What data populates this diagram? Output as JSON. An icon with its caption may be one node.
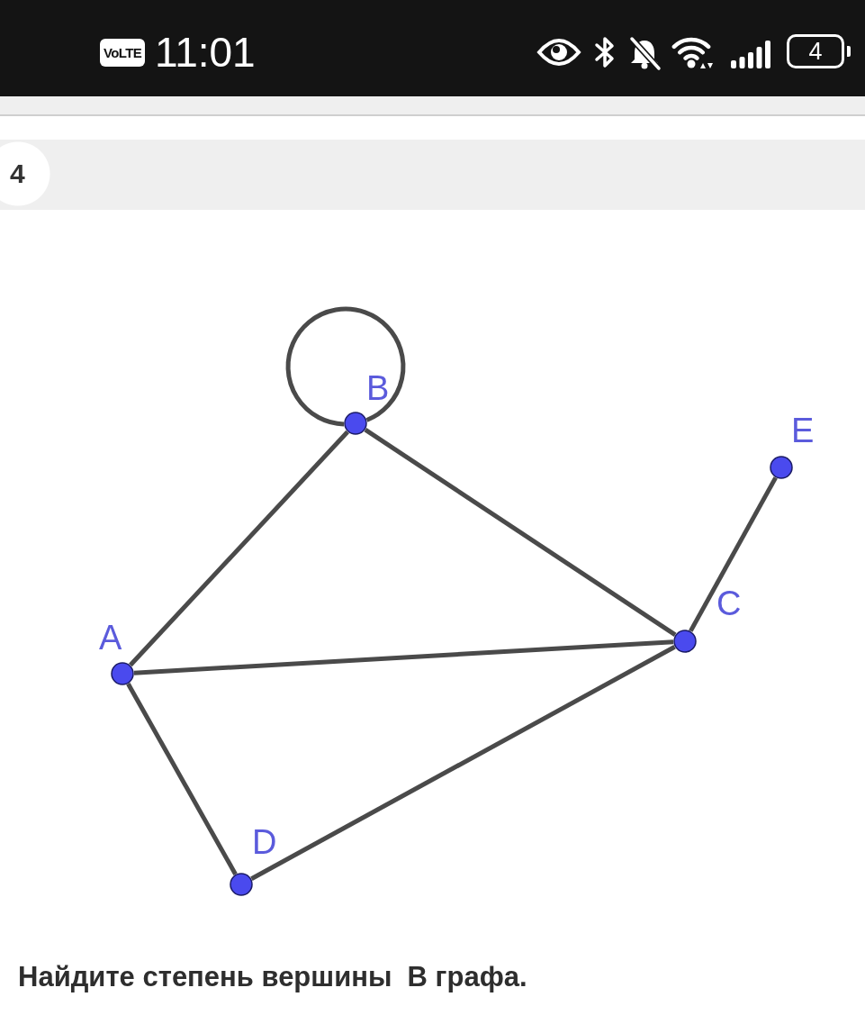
{
  "diagram": {
    "caption": "Найдите степень вершины  В графа.",
    "nodes": [
      {
        "text": [],
        "shape": "circle",
        "beside": [
          "B"
        ]
      },
      {
        "text": [],
        "shape": "circle",
        "beside": [
          "E"
        ]
      },
      {
        "text": [],
        "shape": "circle",
        "beside": [
          "C"
        ]
      },
      {
        "text": [],
        "shape": "circle",
        "beside": [
          "A"
        ]
      },
      {
        "text": [],
        "shape": "circle",
        "beside": [
          "D"
        ]
      }
    ],
    "edges": [
      {
        "from": 0,
        "to": 0,
        "arrow": "none"
      },
      {
        "from": 0,
        "to": 3,
        "arrow": "none"
      },
      {
        "from": 0,
        "to": 2,
        "arrow": "none"
      },
      {
        "from": 1,
        "to": 2,
        "arrow": "none"
      },
      {
        "from": 3,
        "to": 2,
        "arrow": "none"
      },
      {
        "from": 3,
        "to": 4,
        "arrow": "none"
      },
      {
        "from": 4,
        "to": 2,
        "arrow": "none"
      }
    ],
    "labels": [
      "VoLTE",
      "11:01",
      "4",
      "4"
    ]
  }
}
